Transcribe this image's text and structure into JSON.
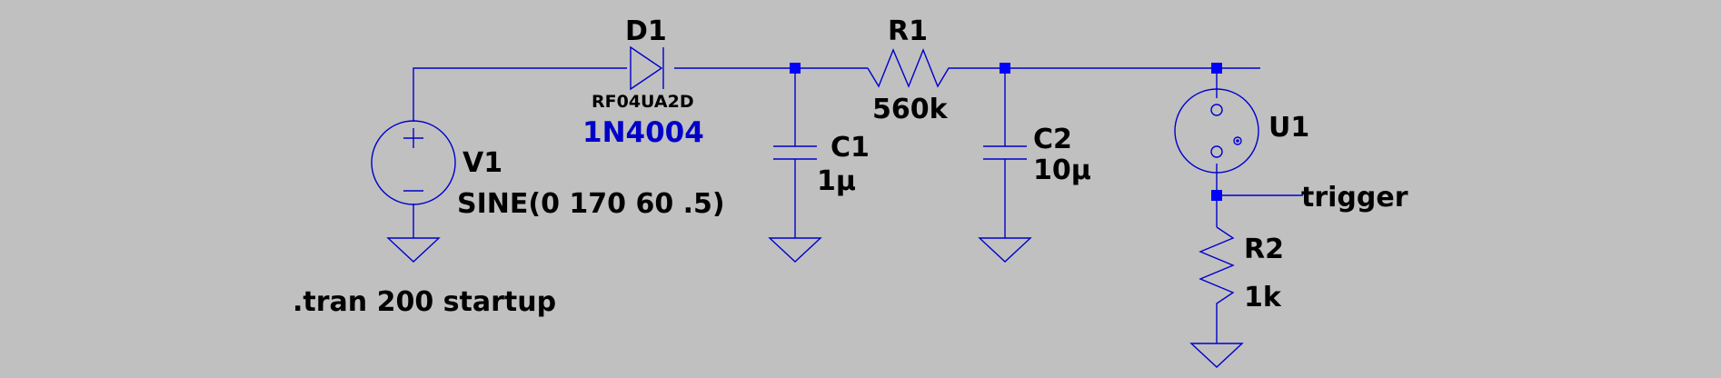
{
  "components": {
    "v1": {
      "ref": "V1",
      "value": "SINE(0 170 60 .5)"
    },
    "d1": {
      "ref": "D1",
      "model": "RF04UA2D",
      "part": "1N4004"
    },
    "c1": {
      "ref": "C1",
      "value": "1μ"
    },
    "r1": {
      "ref": "R1",
      "value": "560k"
    },
    "c2": {
      "ref": "C2",
      "value": "10μ"
    },
    "u1": {
      "ref": "U1"
    },
    "r2": {
      "ref": "R2",
      "value": "1k"
    }
  },
  "net_labels": {
    "trigger": "trigger"
  },
  "directives": {
    "tran": ".tran 200 startup"
  },
  "colors": {
    "background": "#c0c0c0",
    "wire": "#0000cc",
    "node": "#0000ff",
    "label": "#000000",
    "part_label": "#0000c8"
  }
}
